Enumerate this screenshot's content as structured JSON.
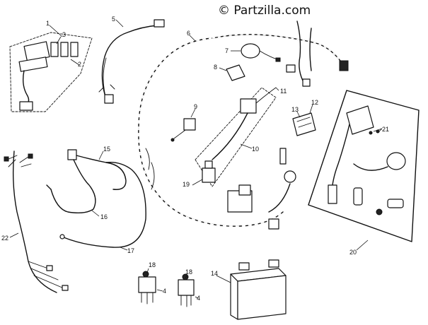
{
  "watermark": "© Partzilla.com",
  "callouts": {
    "c1": "1",
    "c2": "2",
    "c3": "3",
    "c4a": "4",
    "c4b": "4",
    "c5": "5",
    "c6": "6",
    "c7": "7",
    "c8": "8",
    "c9": "9",
    "c10": "10",
    "c11": "11",
    "c12": "12",
    "c13": "13",
    "c14": "14",
    "c15": "15",
    "c16": "16",
    "c17": "17",
    "c18a": "18",
    "c18b": "18",
    "c19": "19",
    "c20": "20",
    "c21": "21",
    "c22": "22"
  }
}
